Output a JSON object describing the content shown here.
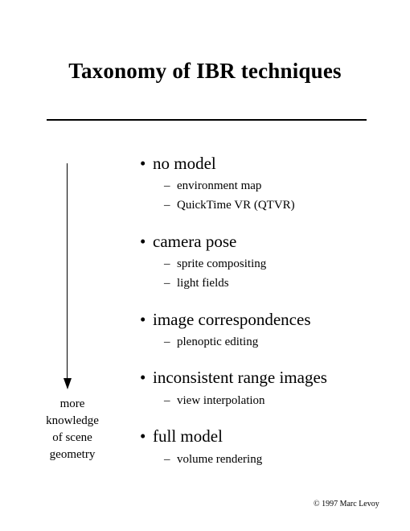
{
  "slide": {
    "title": "Taxonomy of IBR techniques",
    "bullet_glyph": "•",
    "dash_glyph": "–",
    "items": [
      {
        "label": "no model",
        "subitems": [
          "environment map",
          "QuickTime VR (QTVR)"
        ]
      },
      {
        "label": "camera pose",
        "subitems": [
          "sprite compositing",
          "light fields"
        ]
      },
      {
        "label": "image correspondences",
        "subitems": [
          "plenoptic editing"
        ]
      },
      {
        "label": "inconsistent range images",
        "subitems": [
          "view interpolation"
        ]
      },
      {
        "label": "full model",
        "subitems": [
          "volume rendering"
        ]
      }
    ],
    "side_label": [
      "more",
      "knowledge",
      "of scene",
      "geometry"
    ],
    "copyright": "© 1997 Marc Levoy"
  }
}
